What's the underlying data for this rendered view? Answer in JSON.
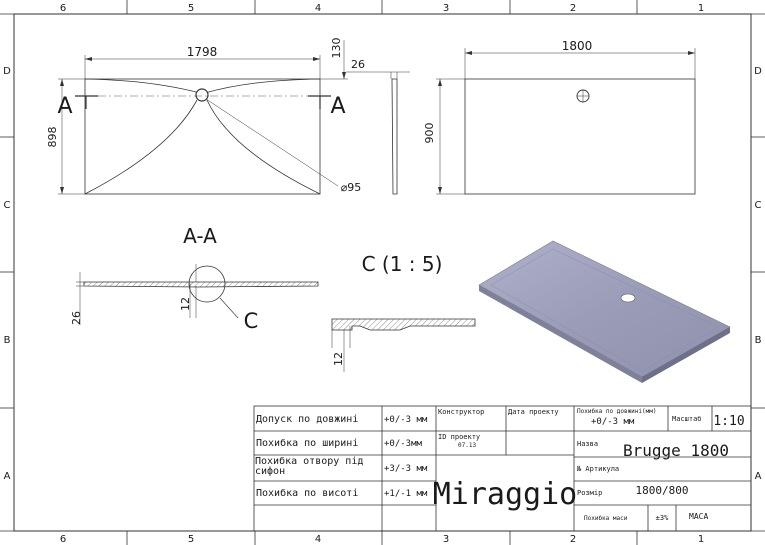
{
  "frame": {
    "columns": [
      "6",
      "5",
      "4",
      "3",
      "2",
      "1"
    ],
    "rows": [
      "D",
      "C",
      "B",
      "A"
    ]
  },
  "top_view": {
    "width": "1798",
    "height": "898",
    "drain_offset": "130",
    "thickness": "26",
    "drain_diameter": "⌀95",
    "section_left": "A",
    "section_right": "A"
  },
  "right_view": {
    "width": "1800",
    "height": "900"
  },
  "section_view": {
    "title": "A-A",
    "thickness": "26",
    "depth": "12",
    "detail_callout": "C"
  },
  "detail_view": {
    "title": "C (1 : 5)",
    "depth": "12"
  },
  "title_block": {
    "tolerances": [
      {
        "label": "Допуск по довжині",
        "value": "+0/-3 мм"
      },
      {
        "label": "Похибка по ширині",
        "value": "+0/-3мм"
      },
      {
        "label": "Похибка отвору під сифон",
        "value": "+3/-3 мм"
      },
      {
        "label": "Похибка по висоті",
        "value": "+1/-1 мм"
      }
    ],
    "designer_label": "Конструктор",
    "date_label": "Дата проекту",
    "project_id_label": "ID проекту",
    "project_id_value": "07.13",
    "brand": "Miraggio",
    "length_tolerance_label": "Похибка по довжині(мм)",
    "length_tolerance_value": "+0/-3 мм",
    "scale_label": "Масштаб",
    "scale_value": "1:10",
    "name_label": "Назва",
    "name_value": "Brugge 1800",
    "article_label": "№ Артикула",
    "size_label": "Розмір",
    "size_value": "1800/800",
    "mass_tolerance_label": "Похибка маси",
    "mass_tolerance_value": "±3%",
    "mass_label": "МАСА"
  },
  "colors": {
    "line": "#333333",
    "tray_fill": "#9a9cb8",
    "tray_top": "#a6a8c4",
    "tray_edge": "#7f8199"
  }
}
